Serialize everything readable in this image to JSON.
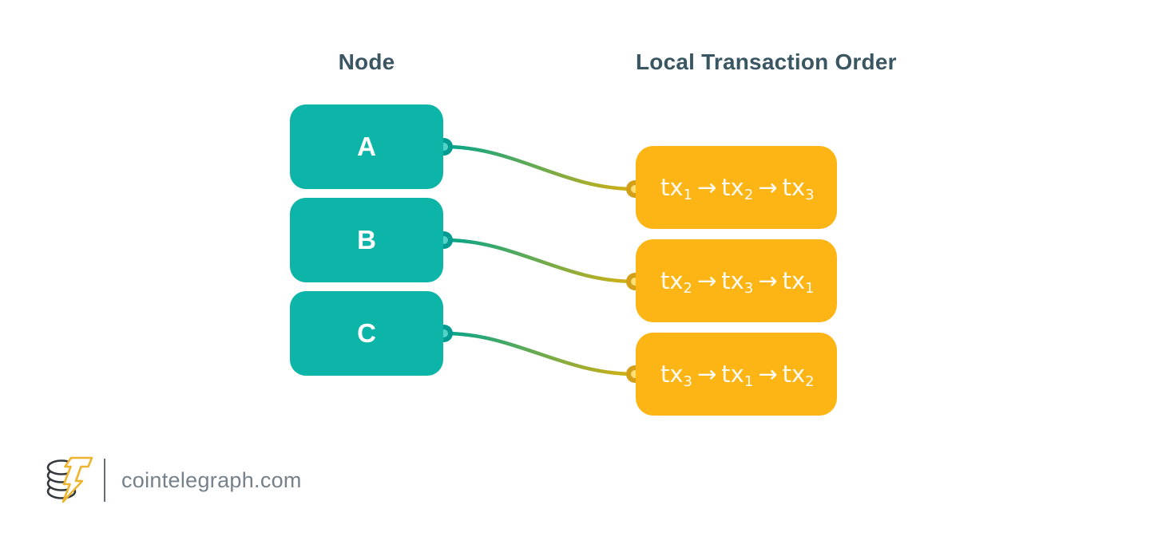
{
  "diagram": {
    "headers": {
      "left": "Node",
      "right": "Local Transaction Order"
    },
    "nodes": [
      {
        "label": "A"
      },
      {
        "label": "B"
      },
      {
        "label": "C"
      }
    ],
    "orders": [
      {
        "sequence": [
          "tx1",
          "tx2",
          "tx3"
        ]
      },
      {
        "sequence": [
          "tx2",
          "tx3",
          "tx1"
        ]
      },
      {
        "sequence": [
          "tx3",
          "tx1",
          "tx2"
        ]
      }
    ],
    "arrow": "→",
    "colors": {
      "node_fill": "#0DB4A8",
      "node_connector_ring": "#009C92",
      "node_connector_dot": "#55D2C5",
      "order_fill": "#FCB515",
      "order_connector_ring": "#D4A017",
      "order_connector_dot": "#FBDF74",
      "link_gradient_start": "#00A58C",
      "link_gradient_end": "#D9B010",
      "header_text": "#3A5662"
    }
  },
  "footer": {
    "site_label": "cointelegraph.com",
    "logo": "cointelegraph-coin-lightning-logo"
  }
}
